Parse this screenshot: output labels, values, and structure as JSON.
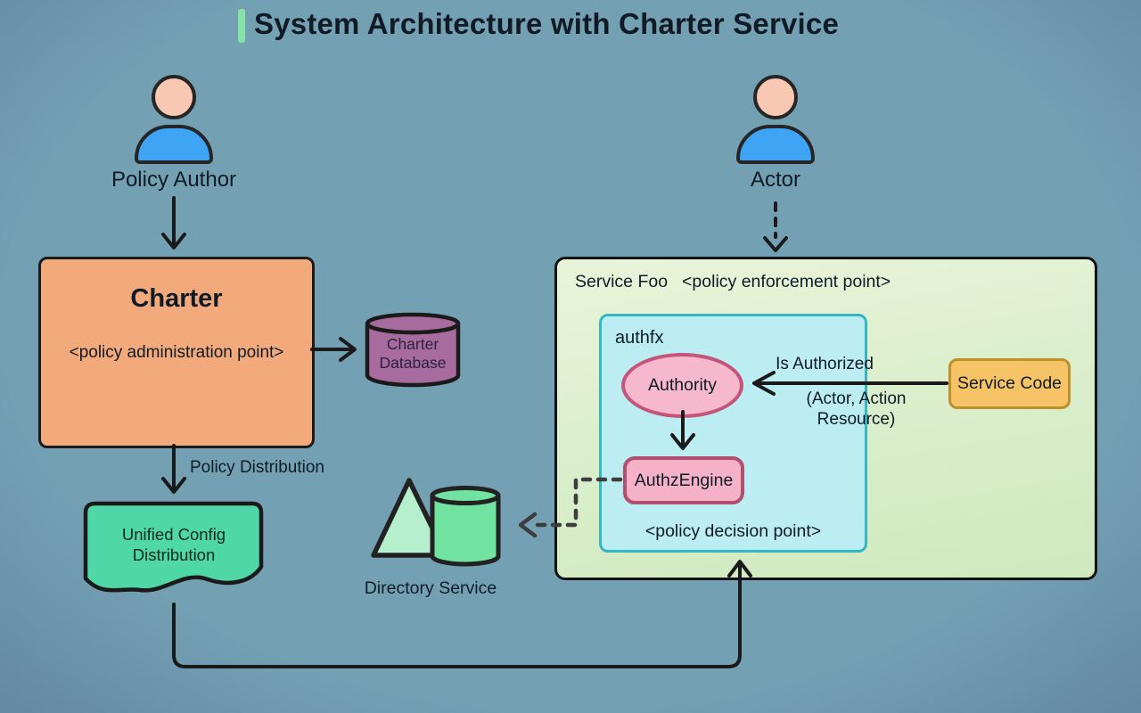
{
  "title": {
    "text": "System Architecture with Charter Service"
  },
  "colors": {
    "background": "#74A0B4",
    "accent_bar": "#86E3A6",
    "ink": "#101B26",
    "line": "#1A1A1A",
    "dashed_line": "#3D3D3D",
    "person_head": "#F8C8B2",
    "person_body": "#3FA4F4",
    "charter_fill": "#F2AA7D",
    "database_fill": "#A76B9D",
    "ucd_fill": "#4FD7A7",
    "triangle_fill": "#B6EFCE",
    "ds_cylinder_fill": "#72E2A0",
    "authfx_fill": "#BBEDF3",
    "authfx_border": "#35B6C5",
    "authority_fill": "#F5B8CC",
    "authority_border": "#C5537A",
    "authz_fill": "#F5B1C8",
    "authz_border": "#B04F6E",
    "service_code_fill": "#F6C466",
    "service_code_border": "#BF8F2C"
  },
  "actors": {
    "policy_author": {
      "label": "Policy Author"
    },
    "actor": {
      "label": "Actor"
    }
  },
  "nodes": {
    "charter": {
      "title": "Charter",
      "subtitle": "<policy administration point>"
    },
    "charter_database": {
      "line1": "Charter",
      "line2": "Database"
    },
    "unified_config": {
      "line1": "Unified Config",
      "line2": "Distribution"
    },
    "directory_service": {
      "label": "Directory Service"
    },
    "service_foo": {
      "name": "Service Foo",
      "annotation": "<policy enforcement point>"
    },
    "authfx": {
      "label": "authfx",
      "footer": "<policy decision point>"
    },
    "authority": {
      "label": "Authority"
    },
    "authz_engine": {
      "label": "AuthzEngine"
    },
    "service_code": {
      "label": "Service Code"
    }
  },
  "edges": {
    "policy_distribution": {
      "label": "Policy Distribution"
    },
    "is_authorized": {
      "label": "Is Authorized",
      "args_line1": "(Actor, Action",
      "args_line2": "Resource)"
    }
  }
}
